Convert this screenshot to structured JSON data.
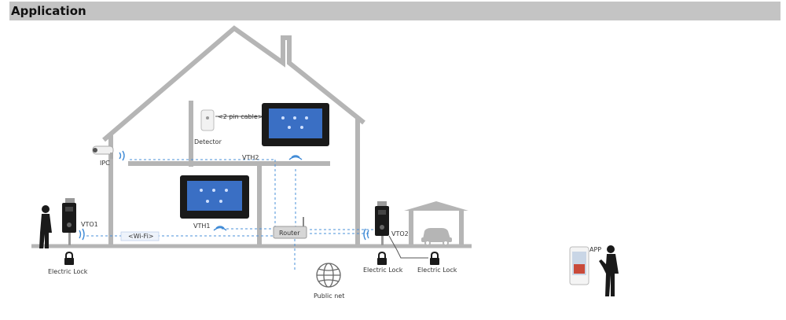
{
  "header": {
    "title": "Application"
  },
  "labels": {
    "cable": "<2 pin cable>",
    "detector": "Detector",
    "ipc": "IPC",
    "vth2": "VTH2",
    "vth1": "VTH1",
    "vto1": "VTO1",
    "vto2": "VTO2",
    "wifi": "<Wi-Fi>",
    "router": "Router",
    "electric_lock_1": "Electric Lock",
    "electric_lock_2": "Electric Lock",
    "electric_lock_3": "Electric Lock",
    "public_net": "Public net",
    "app": "APP"
  },
  "colors": {
    "header": "#c4c4c4",
    "walls": "#b5b5b5",
    "dashed_link": "#4a90d9",
    "wifi": "#3f8ad6",
    "device": "#1a1a1a",
    "screen": "#3a6fc4"
  }
}
